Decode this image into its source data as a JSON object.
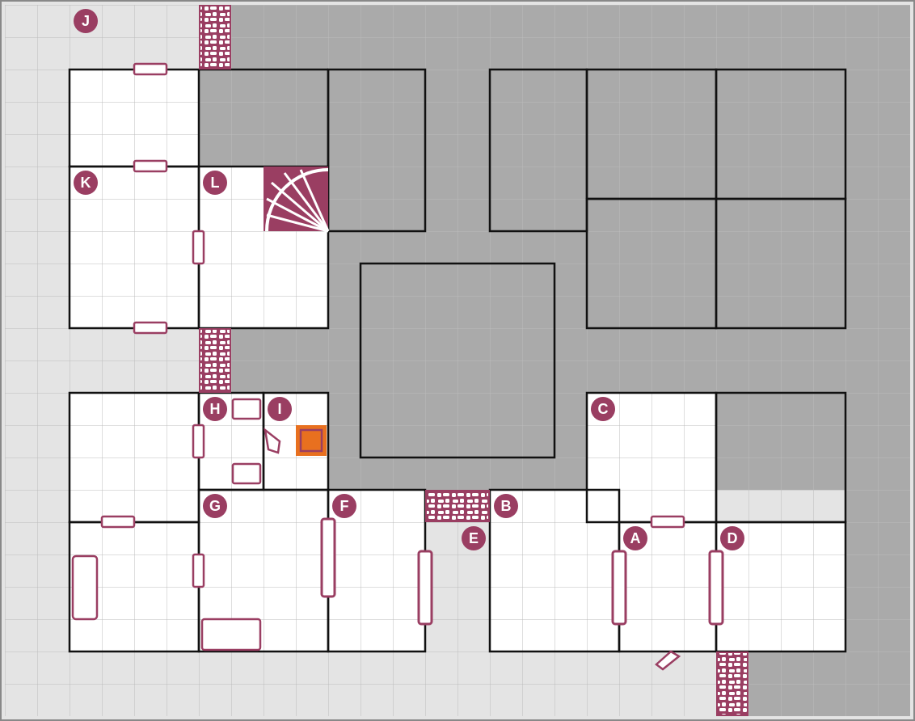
{
  "map": {
    "rooms": [
      {
        "id": "A",
        "label": "A"
      },
      {
        "id": "B",
        "label": "B"
      },
      {
        "id": "C",
        "label": "C"
      },
      {
        "id": "D",
        "label": "D"
      },
      {
        "id": "E",
        "label": "E"
      },
      {
        "id": "F",
        "label": "F"
      },
      {
        "id": "G",
        "label": "G"
      },
      {
        "id": "H",
        "label": "H"
      },
      {
        "id": "I",
        "label": "I"
      },
      {
        "id": "J",
        "label": "J"
      },
      {
        "id": "K",
        "label": "K"
      },
      {
        "id": "L",
        "label": "L"
      }
    ],
    "colors": {
      "outside": "#e4e4e4",
      "rock": "#aaaaaa",
      "floor": "#ffffff",
      "grid": "#b8b8b8",
      "wall": "#111111",
      "accent": "#9a3e62",
      "highlight": "#e8701f"
    },
    "features": [
      "door",
      "secret-door",
      "rubble-passage",
      "stairs",
      "trapdoor",
      "statue",
      "sarcophagus",
      "table"
    ]
  }
}
